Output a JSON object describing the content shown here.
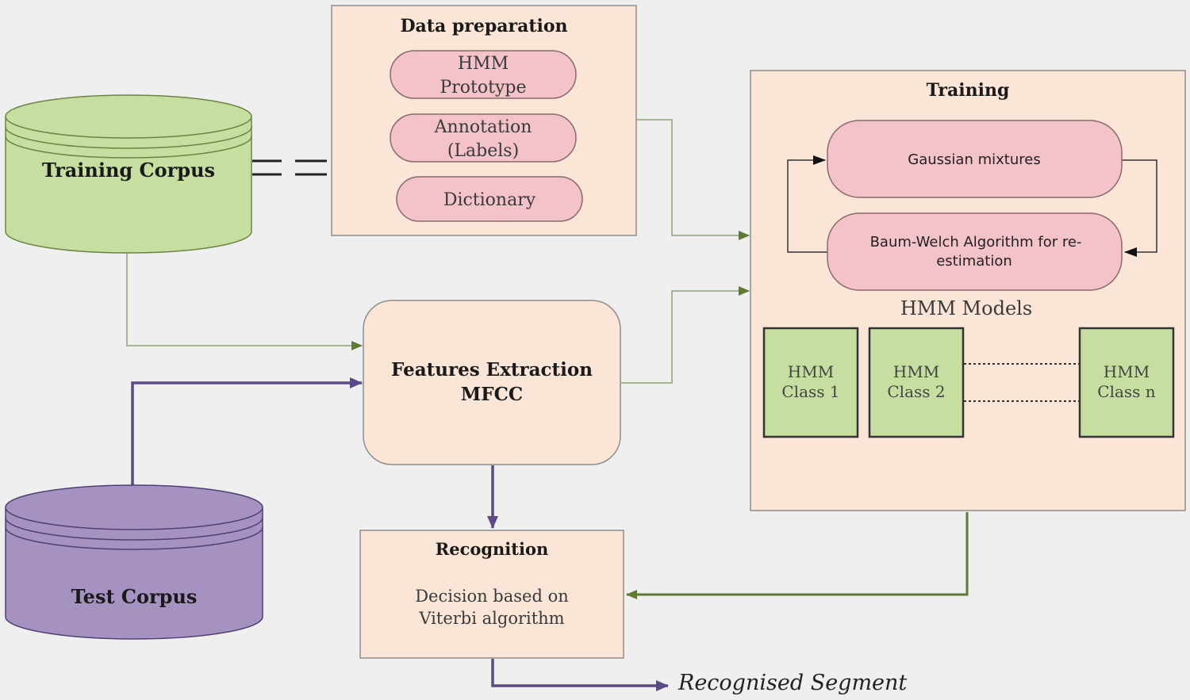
{
  "training_corpus": {
    "label": "Training Corpus"
  },
  "test_corpus": {
    "label": "Test Corpus"
  },
  "data_preparation": {
    "title": "Data preparation",
    "items": [
      {
        "lines": [
          "HMM",
          "Prototype"
        ]
      },
      {
        "lines": [
          "Annotation",
          "(Labels)"
        ]
      },
      {
        "lines": [
          "Dictionary"
        ]
      }
    ]
  },
  "features": {
    "lines": [
      "Features Extraction",
      "MFCC"
    ]
  },
  "training": {
    "title": "Training",
    "gaussian": "Gaussian mixtures",
    "baum_welch": [
      "Baum-Welch Algorithm for re-",
      "estimation"
    ],
    "models_title": "HMM Models",
    "classes": [
      {
        "line1": "HMM",
        "line2": "Class 1"
      },
      {
        "line1": "HMM",
        "line2": "Class 2"
      },
      {
        "line1": "HMM",
        "line2": "Class n"
      }
    ]
  },
  "recognition": {
    "title": "Recognition",
    "lines": [
      "Decision based on",
      "Viterbi algorithm"
    ]
  },
  "output": {
    "label": "Recognised Segment"
  },
  "colors": {
    "background": "#efefef",
    "box_fill": "#fbe5d6",
    "pill_fill": "#f4c2c9",
    "green_fill": "#c6dfa1",
    "purple_fill": "#a692c1",
    "green_line": "#5e7a33",
    "purple_line": "#5b4a87",
    "thin_line": "#a5b493"
  }
}
